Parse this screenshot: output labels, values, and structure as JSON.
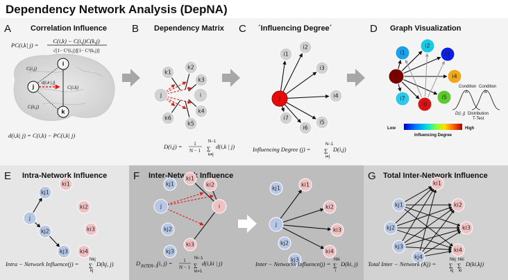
{
  "title": "Dependency Network Analysis (DepNA)",
  "panels": {
    "A": {
      "letter": "A",
      "title": "Correlation Influence",
      "pc_lhs": "PC(i,k| j) =",
      "pc_num": "C(i,k) − C(i,j)C(k,j)",
      "pc_den": "√[1− C²(i,j)][1− C²(k,j)]",
      "label_cij": "C(i,j)",
      "label_cik": "C(i,k)",
      "label_ckj": "C(k,j)",
      "label_dikj": "d(i,k | j)",
      "eq": "d(i,k| j) = C(i,k) − PC(i,k| j)"
    },
    "B": {
      "letter": "B",
      "title": "Dependency Matrix",
      "eq_lhs": "D(i,j) =",
      "eq_frac_num": "1",
      "eq_frac_den": "N − 1",
      "eq_sum_top": "N−1",
      "eq_sum_bot": "k≠j",
      "eq_rhs": "d(i,k | j)"
    },
    "C": {
      "letter": "C",
      "title": "´Influencing Degree´",
      "eq_lhs": "Influencing Degree (j) =",
      "eq_sum_top": "N−1",
      "eq_sum_bot": "i≠j",
      "eq_rhs": "D(i,j)"
    },
    "D": {
      "letter": "D",
      "title": "Graph Visualization",
      "cond_a": "Condition",
      "cond_a2": "A",
      "cond_b": "Condition",
      "cond_b2": "B",
      "dist_label": "Distribution",
      "ttest": "T-Test",
      "dij": "D(i, j)",
      "legend_low": "Low",
      "legend_high": "High",
      "legend_caption": "Influencing Degree"
    },
    "E": {
      "letter": "E",
      "title": "Intra-Network Influence",
      "eq_lhs": "Intra − Network Influence(j) =",
      "eq_sum_top": "Nkj",
      "eq_sum_bot": "kj",
      "eq_rhs": "D(kj, j)"
    },
    "F": {
      "letter": "F",
      "title": "Inter-Network Influence",
      "eq_lhs": "D",
      "eq_lhs_sub": "INTER−1",
      "eq_lhs2": "(i, j) =",
      "eq_frac_num": "1",
      "eq_frac_den": "N − 1",
      "eq_sum_top": "Ni−1",
      "eq_sum_bot": "ki=1",
      "eq_rhs": "d(i,ki | j)",
      "eq2_lhs": "Inter − Networks Influence(j) =",
      "eq2_sum_top": "Nki",
      "eq2_sum_bot": "i",
      "eq2_rhs": "D(ki, j)"
    },
    "G": {
      "letter": "G",
      "title": "Total Inter-Network Influence",
      "eq_lhs": "Total  Inter − Network (Kj) =",
      "eq_sum1_top": "Nkj",
      "eq_sum1_bot": "kj",
      "eq_sum2_top": "Nki",
      "eq_sum2_bot": "ki",
      "eq_rhs": "D(ki,kj)"
    }
  },
  "nodes": {
    "A": {
      "i": "i",
      "j": "j",
      "k": "k"
    },
    "B": {
      "j": "j",
      "i": "i",
      "k": [
        "k1",
        "k2",
        "k3",
        "k4",
        "k5",
        "k6"
      ]
    },
    "C": {
      "j": "j",
      "i": [
        "i1",
        "i2",
        "i3",
        "i4",
        "i5",
        "i6",
        "i7"
      ]
    },
    "D": {
      "j": "j",
      "i": [
        "i1",
        "i2",
        "i3",
        "i4",
        "i5",
        "i6",
        "i7"
      ]
    },
    "E": {
      "j": "j",
      "kj": [
        "kj1",
        "kj2",
        "kj3"
      ],
      "ki": [
        "ki1",
        "ki2",
        "ki3",
        "ki4"
      ]
    },
    "F": {
      "j": "j",
      "i": "i",
      "kj": [
        "kj1",
        "kj2",
        "kj3"
      ],
      "ki": [
        "ki1",
        "ki2",
        "ki3"
      ],
      "kj_right": [
        "kj1",
        "kj2",
        "kj3"
      ],
      "ki_right": [
        "ki1",
        "ki2",
        "ki3",
        "ki4"
      ],
      "j2": "j"
    },
    "G": {
      "kj": [
        "kj1",
        "kj2",
        "kj3",
        "kj4"
      ],
      "ki": [
        "ki1",
        "ki2",
        "ki3",
        "ki4"
      ]
    }
  },
  "colors": {
    "node_gray": "#d2d2d2",
    "node_blue": "#b6c8e6",
    "node_pink": "#f0c2c4",
    "arrow_red": "#e01818",
    "arrow_gray": "#9a9a9a",
    "top_bg": "#ffffff",
    "E_bg": "#e6e6e6",
    "F_bg": "#bdbdbd",
    "G_bg": "#d2d2d2"
  }
}
